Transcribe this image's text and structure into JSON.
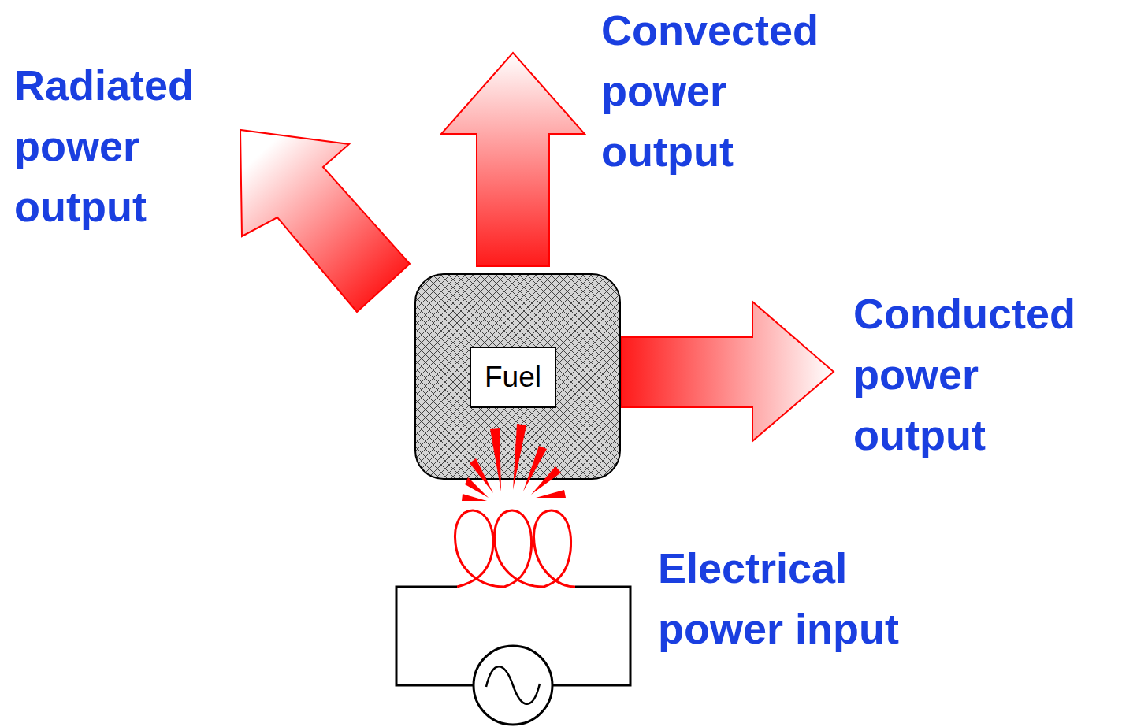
{
  "diagram": {
    "nodes": [
      {
        "text": [
          "Fuel"
        ]
      }
    ],
    "labels": [
      "Radiated power output",
      "Convected power output",
      "Conducted power output",
      "Electrical power input"
    ]
  }
}
